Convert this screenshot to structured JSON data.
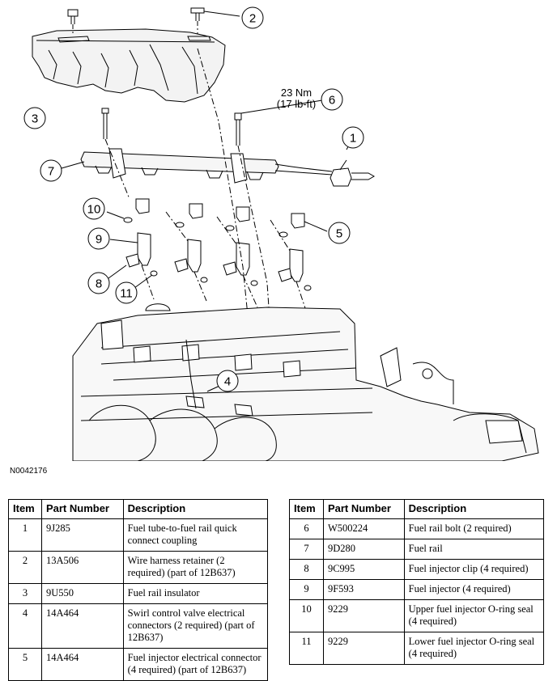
{
  "figure": {
    "id_label": "N0042176",
    "torque_label": {
      "nm": "23 Nm",
      "lbft": "(17 lb-ft)"
    },
    "callouts": [
      "1",
      "2",
      "3",
      "4",
      "5",
      "6",
      "7",
      "8",
      "9",
      "10",
      "11"
    ]
  },
  "table": {
    "headers": {
      "item": "Item",
      "part_number": "Part Number",
      "description": "Description"
    },
    "left_rows": [
      {
        "item": "1",
        "part": "9J285",
        "desc": "Fuel tube-to-fuel rail quick connect coupling"
      },
      {
        "item": "2",
        "part": "13A506",
        "desc": "Wire harness retainer (2 required) (part of 12B637)"
      },
      {
        "item": "3",
        "part": "9U550",
        "desc": "Fuel rail insulator"
      },
      {
        "item": "4",
        "part": "14A464",
        "desc": "Swirl control valve electrical connectors (2 required) (part of 12B637)"
      },
      {
        "item": "5",
        "part": "14A464",
        "desc": "Fuel injector electrical connector (4 required) (part of 12B637)"
      }
    ],
    "right_rows": [
      {
        "item": "6",
        "part": "W500224",
        "desc": "Fuel rail bolt (2 required)"
      },
      {
        "item": "7",
        "part": "9D280",
        "desc": "Fuel rail"
      },
      {
        "item": "8",
        "part": "9C995",
        "desc": "Fuel injector clip (4 required)"
      },
      {
        "item": "9",
        "part": "9F593",
        "desc": "Fuel injector (4 required)"
      },
      {
        "item": "10",
        "part": "9229",
        "desc": "Upper fuel injector O-ring seal (4 required)"
      },
      {
        "item": "11",
        "part": "9229",
        "desc": "Lower fuel injector O-ring seal (4 required)"
      }
    ]
  }
}
